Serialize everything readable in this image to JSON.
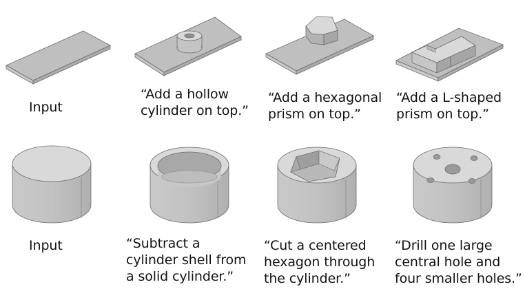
{
  "rows": [
    {
      "items": [
        {
          "caption": "Input",
          "icon": "flat-plate-icon"
        },
        {
          "caption": "“Add a hollow\ncylinder on top.”",
          "icon": "plate-with-hollow-cylinder-icon"
        },
        {
          "caption": "“Add a hexagonal\nprism on top.”",
          "icon": "plate-with-hexagonal-prism-icon"
        },
        {
          "caption": "“Add a L-shaped\nprism on top.”",
          "icon": "plate-with-l-shaped-prism-icon"
        }
      ]
    },
    {
      "items": [
        {
          "caption": "Input",
          "icon": "solid-cylinder-icon"
        },
        {
          "caption": "“Subtract a\ncylinder shell from\na solid cylinder.”",
          "icon": "hollow-cylinder-shell-icon"
        },
        {
          "caption": "“Cut a centered\nhexagon through\nthe cylinder.”",
          "icon": "cylinder-with-hexagon-cut-icon"
        },
        {
          "caption": "“Drill one large\ncentral hole and\nfour smaller holes.”",
          "icon": "cylinder-with-five-holes-icon"
        }
      ]
    }
  ],
  "colors": {
    "face_light": "#d9d9d9",
    "face_mid": "#bfbfbf",
    "face_dark": "#a6a6a6",
    "edge": "#6b6b6b"
  }
}
